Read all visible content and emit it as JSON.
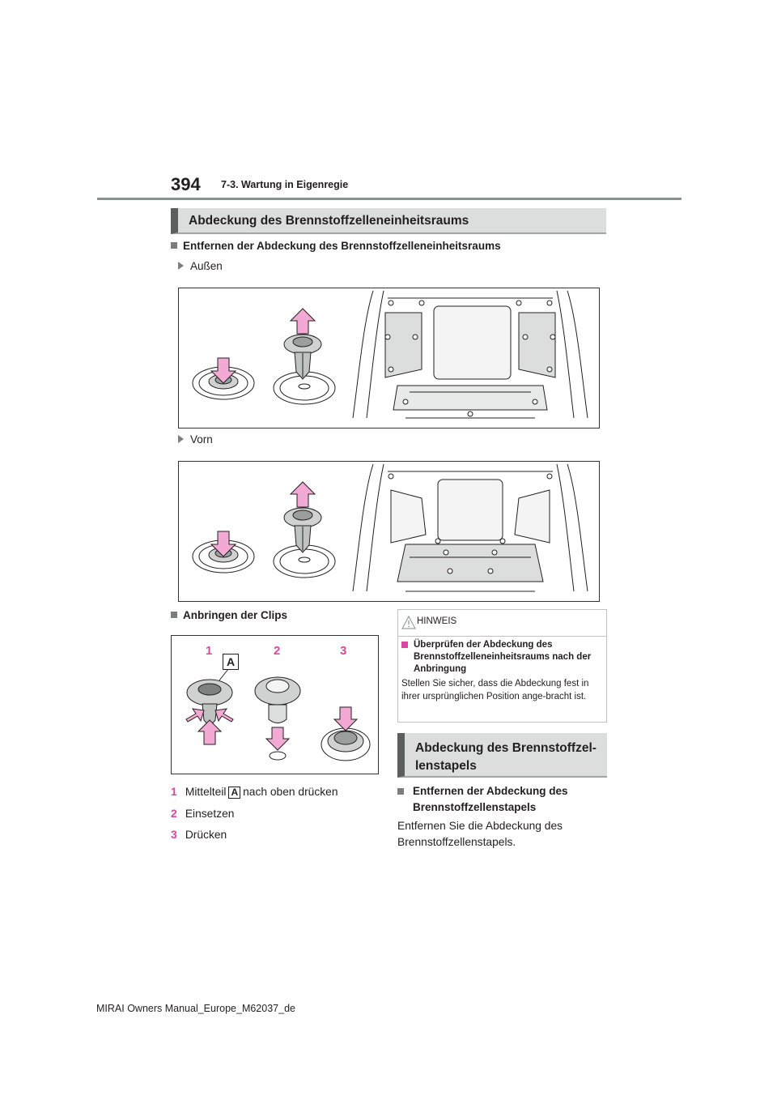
{
  "header": {
    "page_number": "394",
    "chapter": "7-3. Wartung in Eigenregie"
  },
  "section1": {
    "title": "Abdeckung des Brennstoffzelleneinheitsraums",
    "subheading": "Entfernen der Abdeckung des Brennstoffzelleneinheitsraums",
    "outer_label": "Außen",
    "front_label": "Vorn",
    "clips_heading": "Anbringen der Clips",
    "figure3_labels": [
      "1",
      "2",
      "3"
    ],
    "figure3_callout": "A",
    "steps": [
      {
        "num": "1",
        "text_before": "Mittelteil",
        "callout": "A",
        "text_after": "nach oben drücken"
      },
      {
        "num": "2",
        "text_before": "Einsetzen"
      },
      {
        "num": "3",
        "text_before": "Drücken"
      }
    ]
  },
  "note": {
    "title": "HINWEIS",
    "subheading": "Überprüfen der Abdeckung des Brennstoffzelleneinheitsraums nach der Anbringung",
    "body": "Stellen Sie sicher, dass die Abdeckung fest in ihrer ursprünglichen Position ange-bracht ist."
  },
  "section2": {
    "title_line1": "Abdeckung des Brennstoffzel-",
    "title_line2": "lenstapels",
    "subheading_line1": "Entfernen der Abdeckung des",
    "subheading_line2": "Brennstoffzellenstapels",
    "body_line1": "Entfernen Sie die Abdeckung des",
    "body_line2": "Brennstoffzellenstapels."
  },
  "footer": {
    "text": "MIRAI Owners Manual_Europe_M62037_de"
  },
  "colors": {
    "accent_pink": "#d9489e",
    "arrow_fill": "#f2a9d3",
    "header_bar": "#dcdedd"
  },
  "icons": [
    "warning-triangle-icon",
    "arrow-up-icon",
    "arrow-down-icon",
    "square-bullet-icon",
    "triangle-bullet-icon"
  ]
}
